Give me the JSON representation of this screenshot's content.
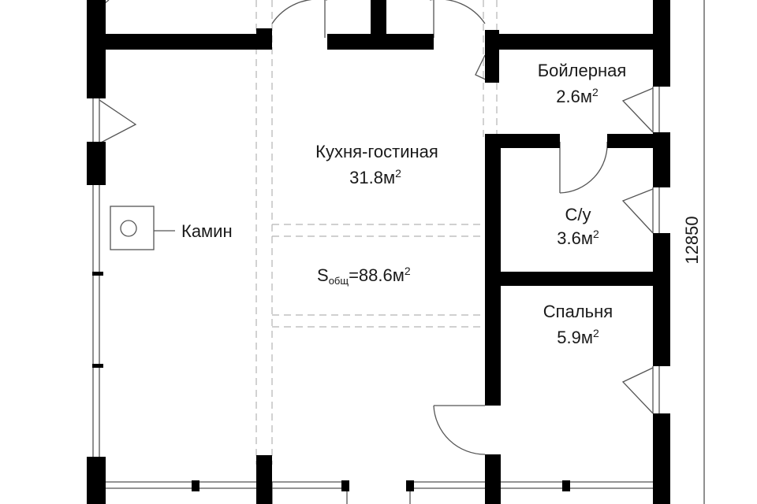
{
  "colors": {
    "wall": "#000000",
    "thin": "#555555",
    "dash": "#b5b5b5",
    "text": "#1a1a1a"
  },
  "rooms": {
    "boiler": {
      "name": "Бойлерная",
      "area": "2.6м",
      "exp": "2"
    },
    "kitchen": {
      "name": "Кухня-гостиная",
      "area": "31.8м",
      "exp": "2"
    },
    "wc": {
      "name": "С/у",
      "area": "3.6м",
      "exp": "2"
    },
    "bedroom": {
      "name": "Спальня",
      "area": "5.9м",
      "exp": "2"
    }
  },
  "fireplace": {
    "label": "Камин"
  },
  "total": {
    "s": "S",
    "sub": "общ",
    "value": "=88.6м",
    "exp": "2"
  },
  "dimension": {
    "height": "12850"
  }
}
